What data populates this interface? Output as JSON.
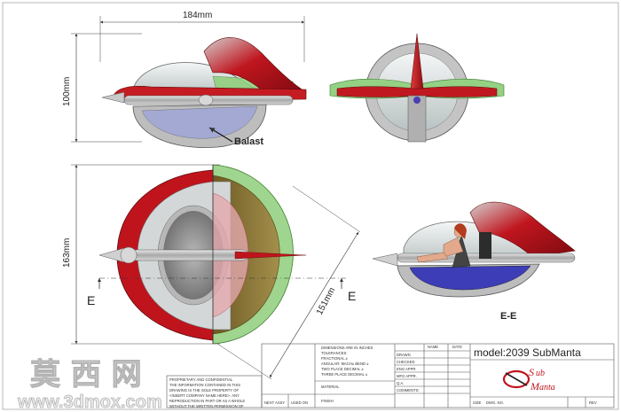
{
  "dimensions": {
    "length": "184mm",
    "height": "100mm",
    "width": "163mm",
    "diagonal": "151mm"
  },
  "labels": {
    "ballast": "Balast",
    "section_marker": "E",
    "section_view": "E-E"
  },
  "title_block": {
    "model_text": "model:2039 SubManta",
    "logo_sub": "ub",
    "logo_manta": "anta",
    "logo_s": "S",
    "logo_m": "M",
    "tolerances": [
      "DIMENSIONS ARE IN INCHES",
      "TOLERANCES:",
      "FRACTIONAL ±",
      "ANGULAR: MACH± BEND ±",
      "TWO PLACE DECIMAL ±",
      "THREE PLACE DECIMAL ±"
    ],
    "proprietary": [
      "PROPRIETARY AND CONFIDENTIAL",
      "THE INFORMATION CONTAINED IN THIS",
      "DRAWING IS THE SOLE PROPERTY OF",
      "<INSERT COMPANY NAME HERE>. ANY",
      "REPRODUCTION IN PART OR AS A WHOLE",
      "WITHOUT THE WRITTEN PERMISSION OF"
    ],
    "rows": [
      "DRAWN",
      "CHECKED",
      "ENG APPR.",
      "MFG APPR.",
      "Q.A.",
      "COMMENTS:"
    ],
    "col_name": "NAME",
    "col_date": "DATE",
    "material": "MATERIAL",
    "finish": "FINISH",
    "next_assy": "NEXT ASSY",
    "used_on": "USED ON",
    "size": "SIZE",
    "dwg_no": "DWG. NO.",
    "rev": "REV"
  },
  "watermark": {
    "chinese": "莫 西 网",
    "url": "www.3dmox.com"
  },
  "colors": {
    "red": "#b5121b",
    "green": "#7fbf6a",
    "blue": "#5a5fb0",
    "gray": "#8c8c8c"
  }
}
